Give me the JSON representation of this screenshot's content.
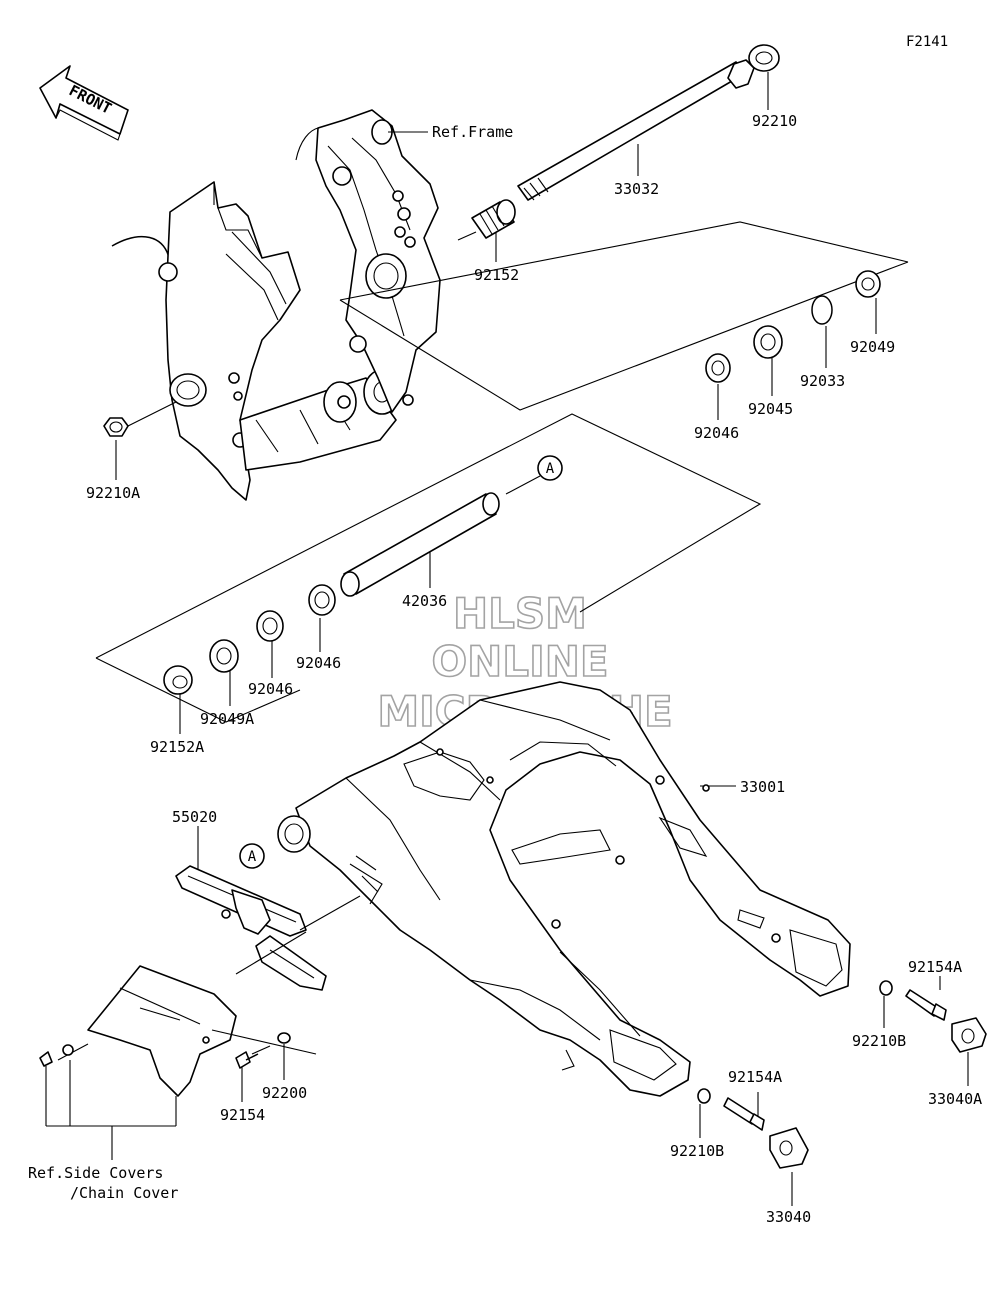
{
  "figure_code": "F2141",
  "front_label": "FRONT",
  "watermark": [
    "HLSM",
    "ONLINE",
    "MICROFICHE"
  ],
  "callouts": {
    "ref_frame": "Ref.Frame",
    "ref_side_covers_1": "Ref.Side Covers",
    "ref_side_covers_2": "/Chain Cover",
    "marker_a_1": "A",
    "marker_a_2": "A"
  },
  "parts": {
    "p92210": "92210",
    "p33032": "33032",
    "p92152": "92152",
    "p92049": "92049",
    "p92033": "92033",
    "p92045": "92045",
    "p92046_top": "92046",
    "p92210A": "92210A",
    "p42036": "42036",
    "p92046_a": "92046",
    "p92046_b": "92046",
    "p92049A": "92049A",
    "p92152A": "92152A",
    "p33001": "33001",
    "p55020": "55020",
    "p92154A_r": "92154A",
    "p92210B_r": "92210B",
    "p33040A": "33040A",
    "p92154A_b": "92154A",
    "p92210B_b": "92210B",
    "p33040": "33040",
    "p92200": "92200",
    "p92154": "92154"
  }
}
